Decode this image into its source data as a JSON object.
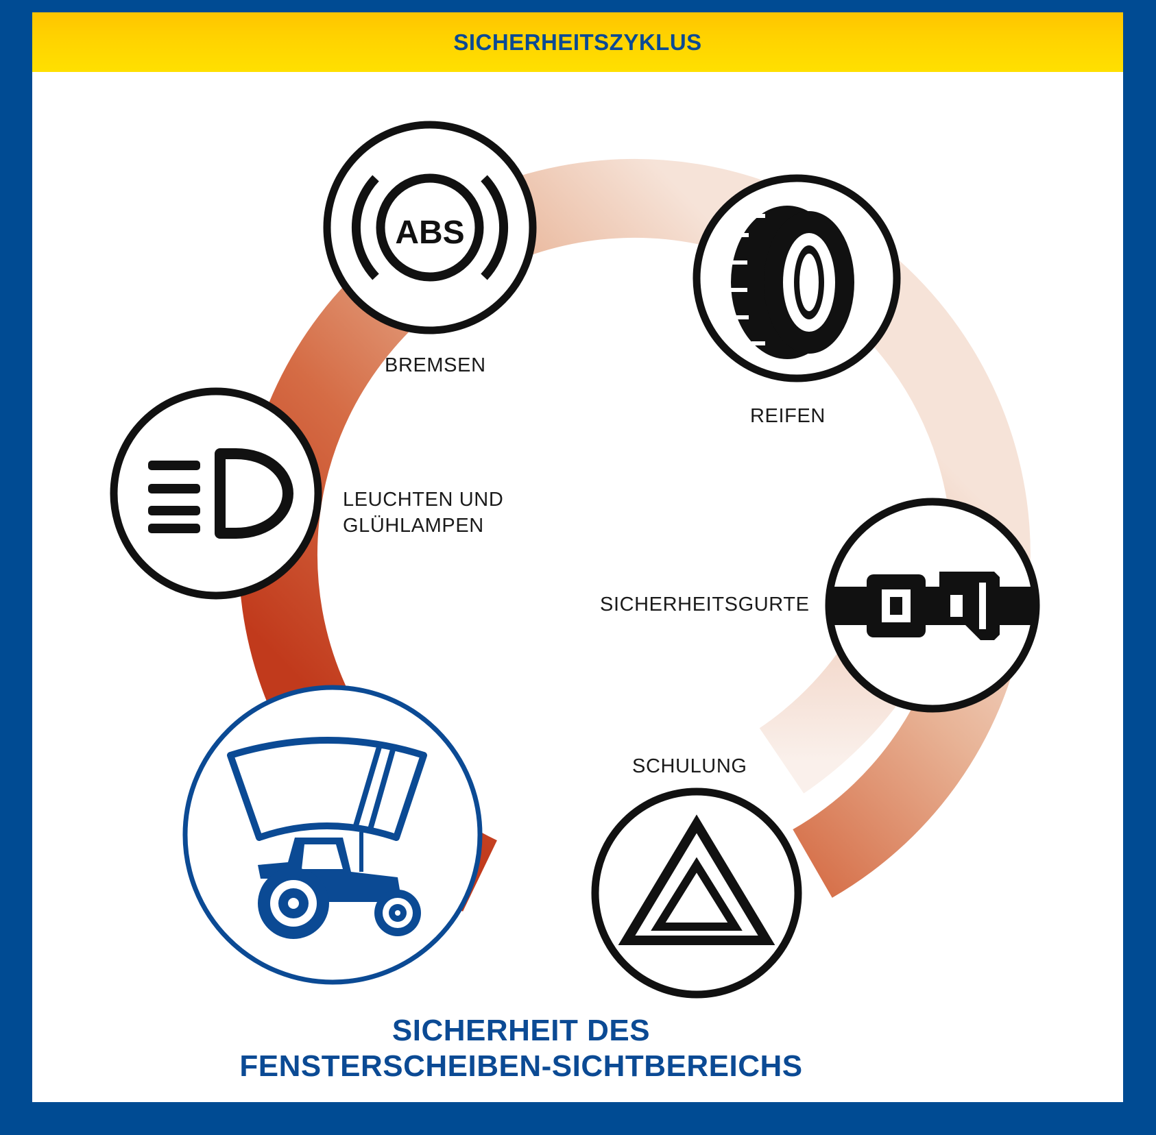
{
  "header": {
    "title": "SICHERHEITSZYKLUS"
  },
  "cycle": {
    "items": [
      {
        "id": "bremsen",
        "label": "BREMSEN",
        "icon": "abs-brake-icon",
        "icon_text": "ABS"
      },
      {
        "id": "reifen",
        "label": "REIFEN",
        "icon": "tire-icon"
      },
      {
        "id": "gurte",
        "label": "SICHERHEITSGURTE",
        "icon": "seatbelt-icon"
      },
      {
        "id": "schulung",
        "label": "SCHULUNG",
        "icon": "warning-triangle-icon"
      },
      {
        "id": "leuchten",
        "label_line1": "LEUCHTEN UND",
        "label_line2": "GLÜHLAMPEN",
        "icon": "headlight-icon"
      },
      {
        "id": "scheiben",
        "label_line1": "SICHERHEIT DES",
        "label_line2": "FENSTERSCHEIBEN-SICHTBEREICHS",
        "icon": "tractor-windshield-icon"
      }
    ]
  },
  "colors": {
    "frame": "#004b93",
    "header_bar": "#ffd200",
    "title_blue": "#0b4a94",
    "ring_dark": "#c13a1c",
    "ring_light": "#f7e6dc",
    "icon_black": "#111111"
  }
}
